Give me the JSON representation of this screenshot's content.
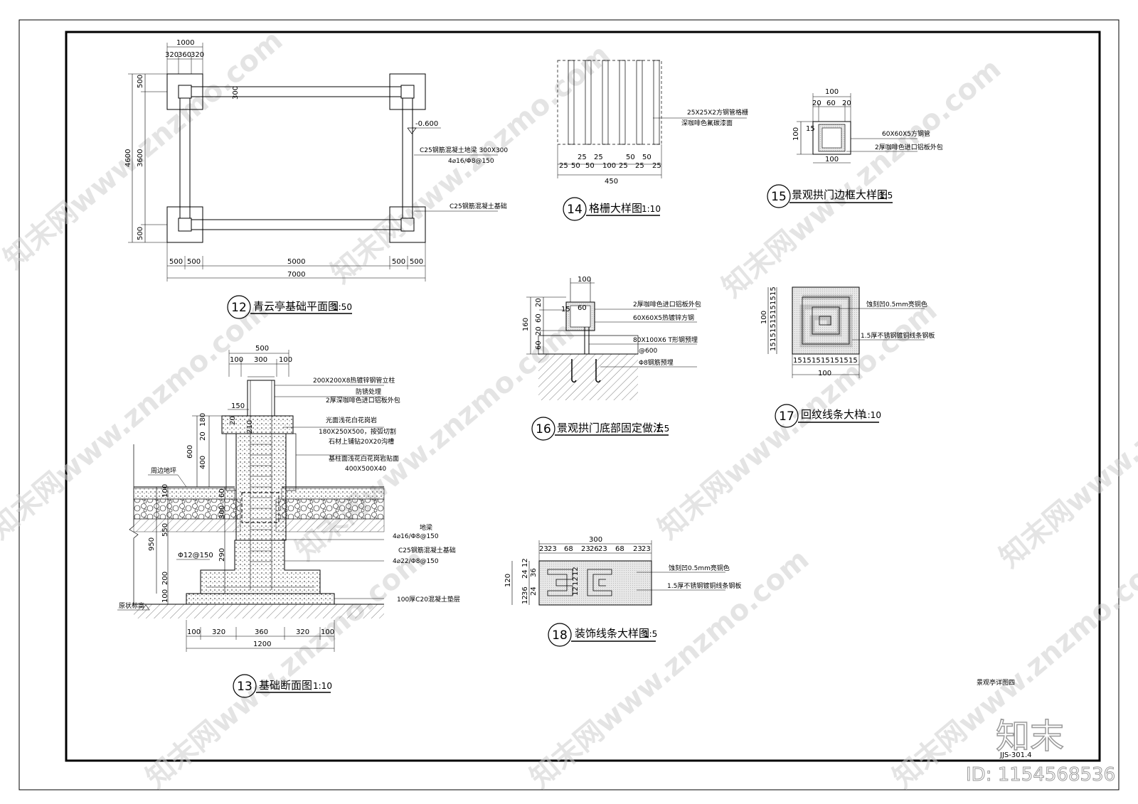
{
  "drawings": {
    "d12": {
      "num": "12",
      "title": "青云亭基础平面图",
      "scale": "1:50",
      "dims_top": [
        "1000",
        "320",
        "360",
        "320"
      ],
      "dims_left": [
        "4600",
        "500",
        "3600",
        "500"
      ],
      "dims_bottom": [
        "500",
        "500",
        "5000",
        "500",
        "500",
        "7000"
      ],
      "dim_inner": "300",
      "elev": "-0.600",
      "notes": [
        "C25钢筋混凝土地梁 300X300",
        "4⌀16/Φ8@150",
        "C25钢筋混凝土基础"
      ]
    },
    "d13": {
      "num": "13",
      "title": "基础断面图",
      "scale": "1:10",
      "dims_top": [
        "500",
        "100",
        "300",
        "100",
        "150"
      ],
      "dims_bottom": [
        "100",
        "320",
        "360",
        "320",
        "100",
        "1200"
      ],
      "dims_left": [
        "180",
        "20",
        "600",
        "400",
        "210",
        "20",
        "100",
        "60",
        "300",
        "950",
        "550",
        "290",
        "200",
        "100"
      ],
      "rebar": "Φ12@150",
      "notes": [
        "200X200X8热镀锌钢管立柱",
        "防锈处理",
        "2厚深咖啡色进口铝板外包",
        "光面浅花白花岗岩",
        "180X250X500，按弧切割",
        "石材上铺钻20X20沟槽",
        "基柱面浅花白花岗岩贴面",
        "400X500X40",
        "地梁",
        "4⌀16/Φ8@150",
        "C25钢筋混凝土基础",
        "4⌀22/Φ8@150",
        "100厚C20混凝土垫层"
      ],
      "left_labels": [
        "周边地坪",
        "原状标高"
      ]
    },
    "d14": {
      "num": "14",
      "title": "格栅大样图",
      "scale": "1:10",
      "dims_bottom": [
        "25",
        "50",
        "25",
        "50",
        "25",
        "100",
        "25",
        "50",
        "25",
        "50",
        "25"
      ],
      "dim_total": "450",
      "notes": [
        "25X25X2方钢管格栅",
        "深咖啡色氟碳漆面"
      ]
    },
    "d15": {
      "num": "15",
      "title": "景观拱门边框大样图",
      "scale": "1:5",
      "dims_top": [
        "100",
        "20",
        "60",
        "20"
      ],
      "dims_side": [
        "100",
        "15"
      ],
      "dim_bottom": "100",
      "notes": [
        "60X60X5方钢管",
        "2厚咖啡色进口铝板外包"
      ]
    },
    "d16": {
      "num": "16",
      "title": "景观拱门底部固定做法",
      "scale": "1:5",
      "dims_top": [
        "100",
        "15",
        "60"
      ],
      "dims_left": [
        "160",
        "20",
        "60",
        "20",
        "60"
      ],
      "notes": [
        "2厚咖啡色进口铝板外包",
        "60X60X5热镀锌方钢",
        "80X100X6 T形钢预埋",
        "@600",
        "Φ8钢筋预埋"
      ]
    },
    "d17": {
      "num": "17",
      "title": "回纹线条大样",
      "scale": "1:10",
      "dims_left": [
        "100",
        "15",
        "15",
        "15",
        "15",
        "15",
        "15",
        "15"
      ],
      "dims_bottom": [
        "15",
        "15",
        "15",
        "15",
        "15",
        "15",
        "15"
      ],
      "dim_total": "100",
      "notes": [
        "蚀刻凹0.5mm亮铜色",
        "1.5厚不锈钢镀铜线条钢板"
      ]
    },
    "d18": {
      "num": "18",
      "title": "装饰线条大样图",
      "scale": "1:5",
      "dims_top": [
        "300",
        "23",
        "23",
        "68",
        "23",
        "26",
        "23",
        "68",
        "23",
        "23"
      ],
      "dims_left": [
        "120",
        "12",
        "24",
        "36",
        "36",
        "24",
        "12",
        "12",
        "12",
        "12"
      ],
      "notes": [
        "蚀刻凹0.5mm亮铜色",
        "1.5厚不锈钢镀铜线条钢板"
      ]
    }
  },
  "sheet": {
    "name": "景观亭详图四",
    "code": "JJS-301.4"
  },
  "watermark": {
    "text": "知末网www.znzmo.com",
    "logo": "知末",
    "id": "ID: 1154568536"
  }
}
